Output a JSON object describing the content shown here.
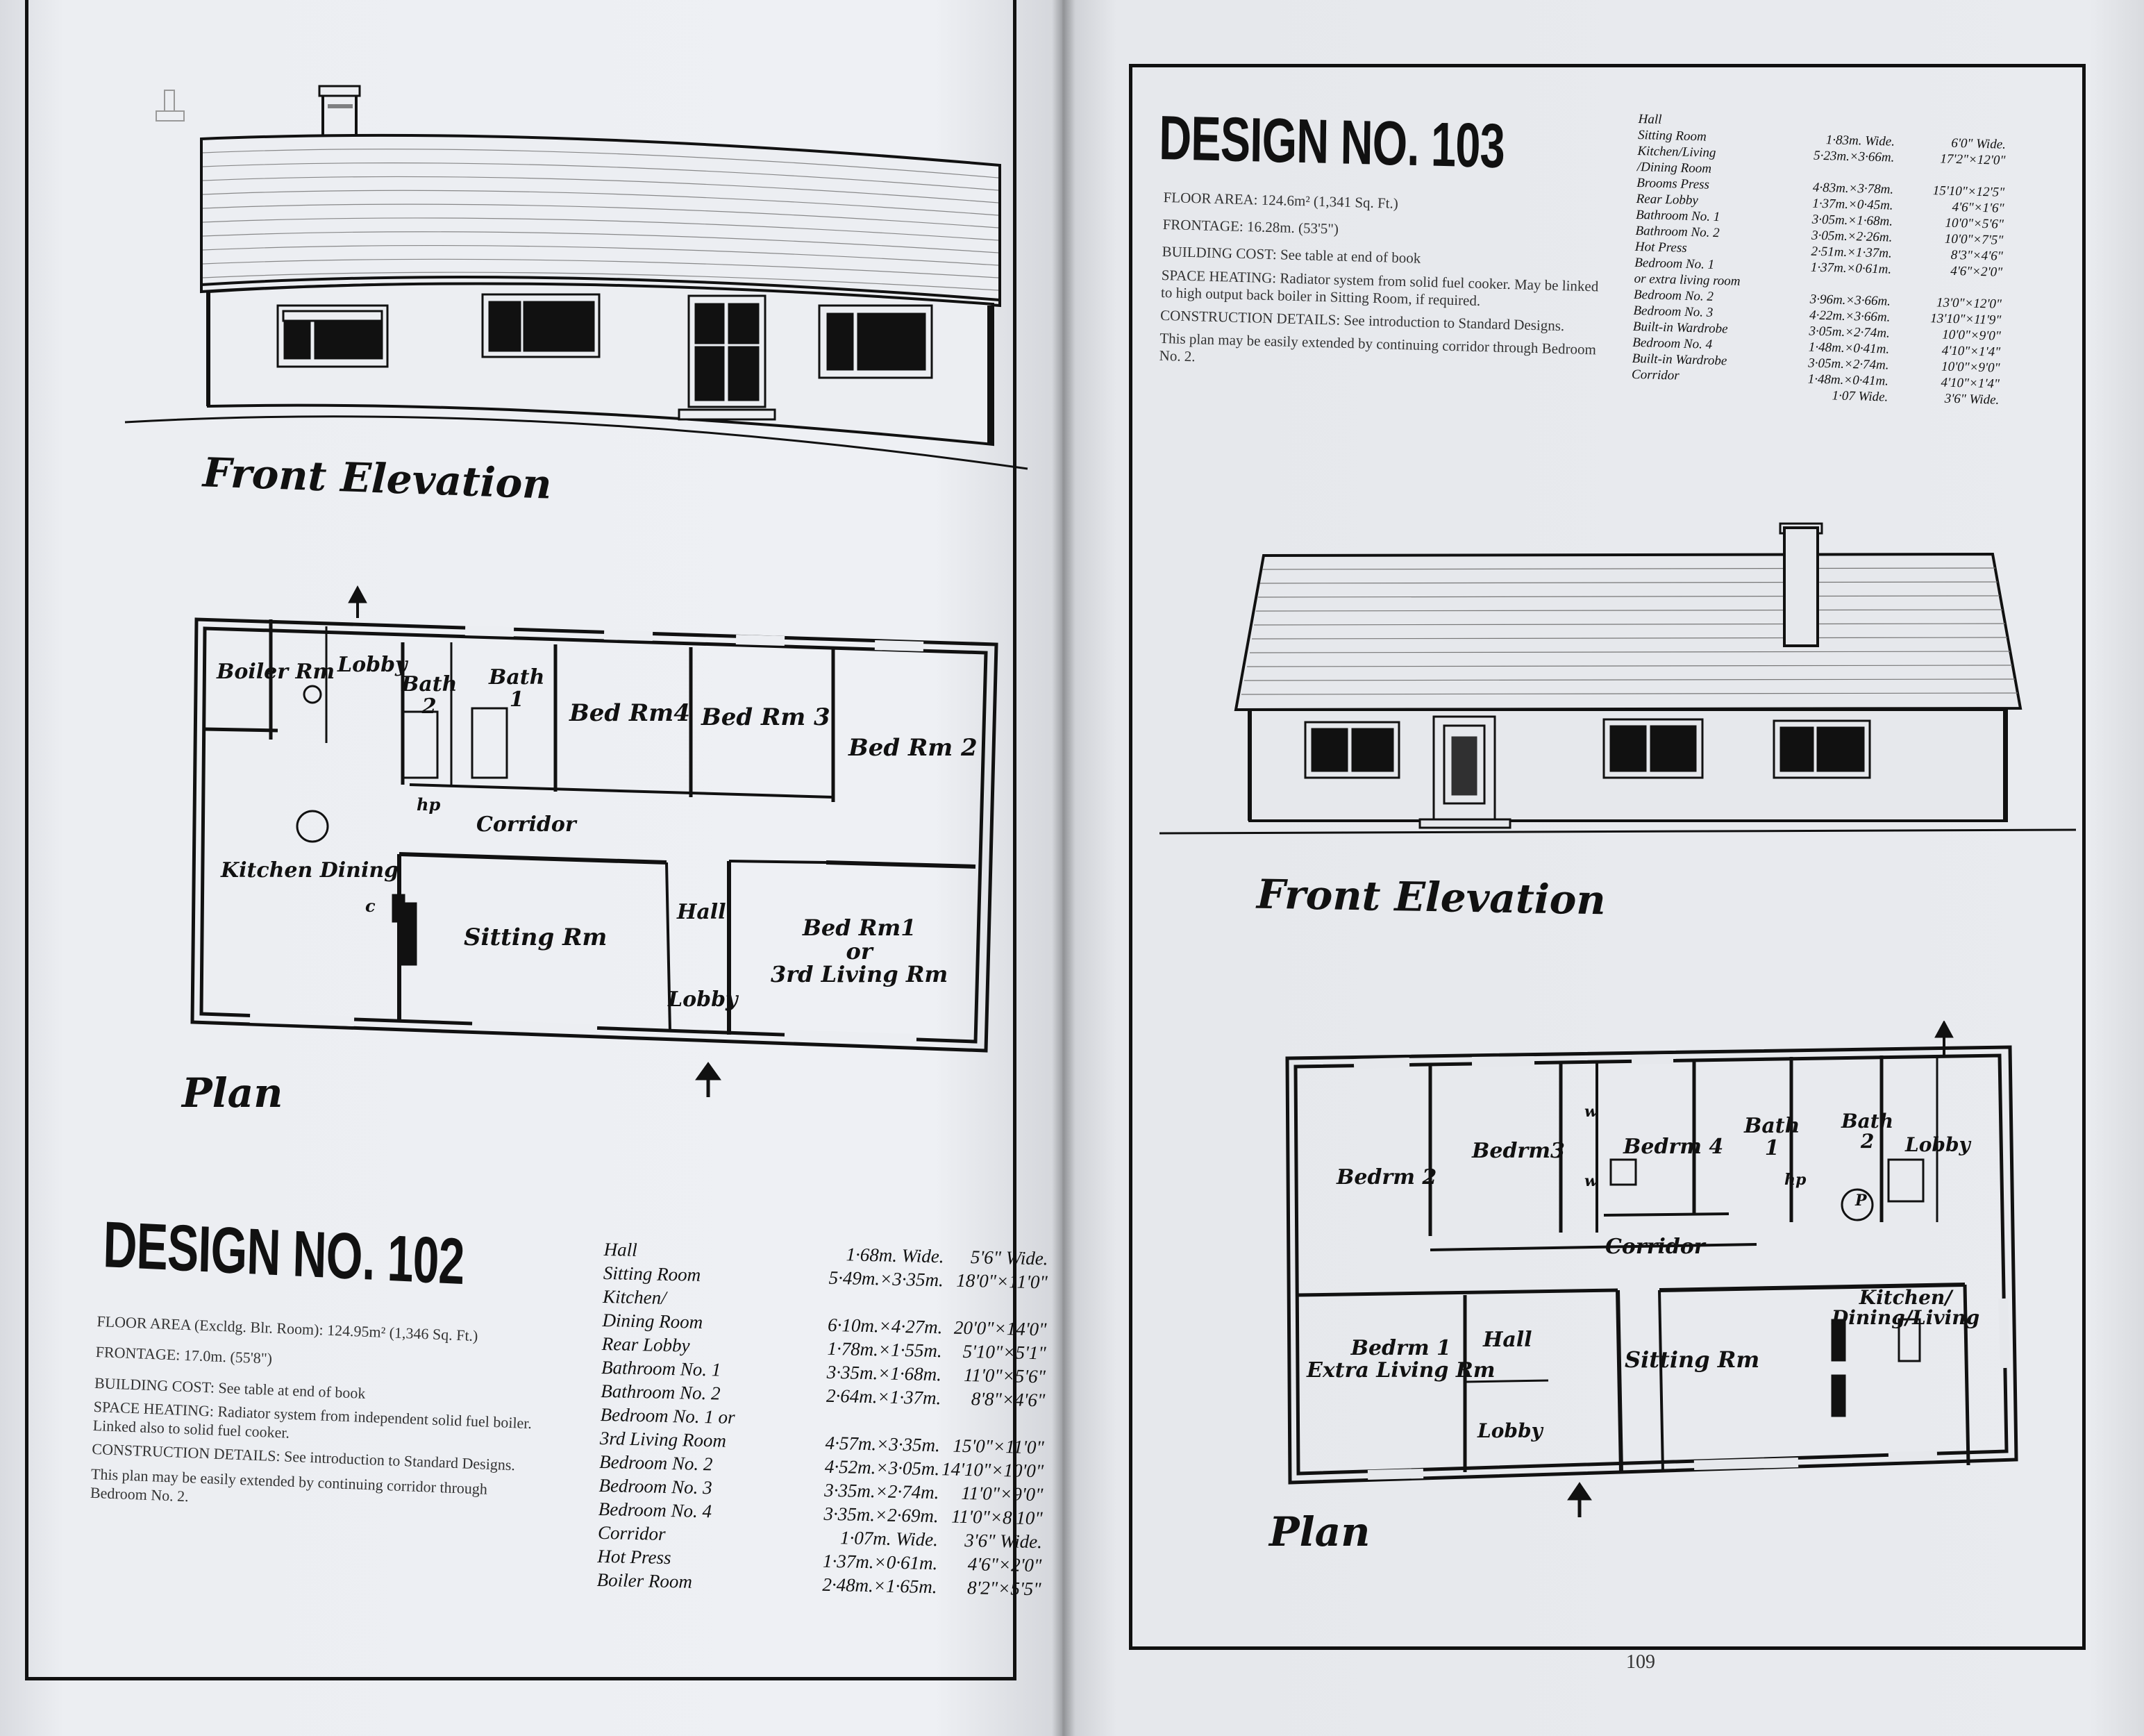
{
  "colors": {
    "ink": "#111111",
    "paper": "#eceef2",
    "background": "#7d7e82"
  },
  "left": {
    "elevation_label": "Front Elevation",
    "plan_label": "Plan",
    "rooms": {
      "boiler": "Boiler Rm",
      "lobby_top": "Lobby",
      "bath2": "Bath\n2",
      "bath1": "Bath\n1",
      "bed4": "Bed Rm4",
      "bed3": "Bed Rm 3",
      "bed2": "Bed Rm 2",
      "hp": "hp",
      "corridor": "Corridor",
      "kitchen": "Kitchen Dining",
      "c_mark": "c",
      "sitting": "Sitting Rm",
      "hall": "Hall",
      "lobby_bottom": "Lobby",
      "bed1": "Bed Rm1\nor\n3rd Living Rm"
    },
    "design": {
      "title": "DESIGN NO. 102",
      "specs": [
        "FLOOR AREA (Excldg. Blr. Room): 124.95m² (1,346 Sq. Ft.)",
        "FRONTAGE: 17.0m. (55'8\")",
        "BUILDING COST: See table at end of book",
        "SPACE HEATING: Radiator system from independent solid fuel boiler. Linked also to solid fuel cooker.",
        "CONSTRUCTION DETAILS: See introduction to Standard Designs.",
        "This plan may be easily extended by continuing corridor through Bedroom No. 2."
      ],
      "rooms": [
        {
          "name": "Hall",
          "metric": "1·68m. Wide.",
          "imperial": "5'6\" Wide."
        },
        {
          "name": "Sitting Room",
          "metric": "5·49m.×3·35m.",
          "imperial": "18'0\"×11'0\""
        },
        {
          "name": "Kitchen/",
          "metric": "",
          "imperial": ""
        },
        {
          "name": "Dining Room",
          "metric": "6·10m.×4·27m.",
          "imperial": "20'0\"×14'0\""
        },
        {
          "name": "Rear Lobby",
          "metric": "1·78m.×1·55m.",
          "imperial": "5'10\"×5'1\""
        },
        {
          "name": "Bathroom No. 1",
          "metric": "3·35m.×1·68m.",
          "imperial": "11'0\"×5'6\""
        },
        {
          "name": "Bathroom No. 2",
          "metric": "2·64m.×1·37m.",
          "imperial": "8'8\"×4'6\""
        },
        {
          "name": "Bedroom No. 1 or",
          "metric": "",
          "imperial": ""
        },
        {
          "name": "3rd Living Room",
          "metric": "4·57m.×3·35m.",
          "imperial": "15'0\"×11'0\""
        },
        {
          "name": "Bedroom No. 2",
          "metric": "4·52m.×3·05m.",
          "imperial": "14'10\"×10'0\""
        },
        {
          "name": "Bedroom No. 3",
          "metric": "3·35m.×2·74m.",
          "imperial": "11'0\"×9'0\""
        },
        {
          "name": "Bedroom No. 4",
          "metric": "3·35m.×2·69m.",
          "imperial": "11'0\"×8'10\""
        },
        {
          "name": "Corridor",
          "metric": "1·07m. Wide.",
          "imperial": "3'6\" Wide."
        },
        {
          "name": "Hot Press",
          "metric": "1·37m.×0·61m.",
          "imperial": "4'6\"×2'0\""
        },
        {
          "name": "Boiler Room",
          "metric": "2·48m.×1·65m.",
          "imperial": "8'2\"×5'5\""
        }
      ]
    }
  },
  "right": {
    "elevation_label": "Front Elevation",
    "plan_label": "Plan",
    "page_number": "109",
    "rooms": {
      "bed2": "Bedrm 2",
      "bed3": "Bedrm3",
      "bed4": "Bedrm 4",
      "bath1": "Bath\n1",
      "bath2": "Bath\n2",
      "lobby_top": "Lobby",
      "w1": "w",
      "w2": "w",
      "hp": "hp",
      "p_mark": "P",
      "corridor": "Corridor",
      "bed1": "Bedrm 1\nExtra Living Rm",
      "hall": "Hall",
      "sitting": "Sitting Rm",
      "kitchen": "Kitchen/\nDining/Living",
      "lobby_bottom": "Lobby"
    },
    "design": {
      "title": "DESIGN NO. 103",
      "specs": [
        "FLOOR AREA: 124.6m² (1,341 Sq. Ft.)",
        "FRONTAGE: 16.28m. (53'5\")",
        "BUILDING COST: See table at end of book",
        "SPACE HEATING: Radiator system from solid fuel cooker. May be linked to high output back boiler in Sitting Room, if required.",
        "CONSTRUCTION DETAILS: See introduction to Standard Designs.",
        "This plan may be easily extended by continuing corridor through Bedroom No. 2."
      ],
      "rooms": [
        {
          "name": "Hall",
          "metric": "",
          "imperial": ""
        },
        {
          "name": "Sitting Room",
          "metric": "1·83m. Wide.",
          "imperial": "6'0\" Wide."
        },
        {
          "name": "Kitchen/Living",
          "metric": "5·23m.×3·66m.",
          "imperial": "17'2\"×12'0\""
        },
        {
          "name": "/Dining Room",
          "metric": "",
          "imperial": ""
        },
        {
          "name": "Brooms Press",
          "metric": "4·83m.×3·78m.",
          "imperial": "15'10\"×12'5\""
        },
        {
          "name": "Rear Lobby",
          "metric": "1·37m.×0·45m.",
          "imperial": "4'6\"×1'6\""
        },
        {
          "name": "Bathroom No. 1",
          "metric": "3·05m.×1·68m.",
          "imperial": "10'0\"×5'6\""
        },
        {
          "name": "Bathroom No. 2",
          "metric": "3·05m.×2·26m.",
          "imperial": "10'0\"×7'5\""
        },
        {
          "name": "Hot Press",
          "metric": "2·51m.×1·37m.",
          "imperial": "8'3\"×4'6\""
        },
        {
          "name": "Bedroom No. 1",
          "metric": "1·37m.×0·61m.",
          "imperial": "4'6\"×2'0\""
        },
        {
          "name": "or extra living room",
          "metric": "",
          "imperial": ""
        },
        {
          "name": "Bedroom No. 2",
          "metric": "3·96m.×3·66m.",
          "imperial": "13'0\"×12'0\""
        },
        {
          "name": "Bedroom No. 3",
          "metric": "4·22m.×3·66m.",
          "imperial": "13'10\"×11'9\""
        },
        {
          "name": "Built-in Wardrobe",
          "metric": "3·05m.×2·74m.",
          "imperial": "10'0\"×9'0\""
        },
        {
          "name": "Bedroom No. 4",
          "metric": "1·48m.×0·41m.",
          "imperial": "4'10\"×1'4\""
        },
        {
          "name": "Built-in Wardrobe",
          "metric": "3·05m.×2·74m.",
          "imperial": "10'0\"×9'0\""
        },
        {
          "name": "Corridor",
          "metric": "1·48m.×0·41m.",
          "imperial": "4'10\"×1'4\""
        },
        {
          "name": "",
          "metric": "1·07 Wide.",
          "imperial": "3'6\" Wide."
        }
      ]
    }
  }
}
